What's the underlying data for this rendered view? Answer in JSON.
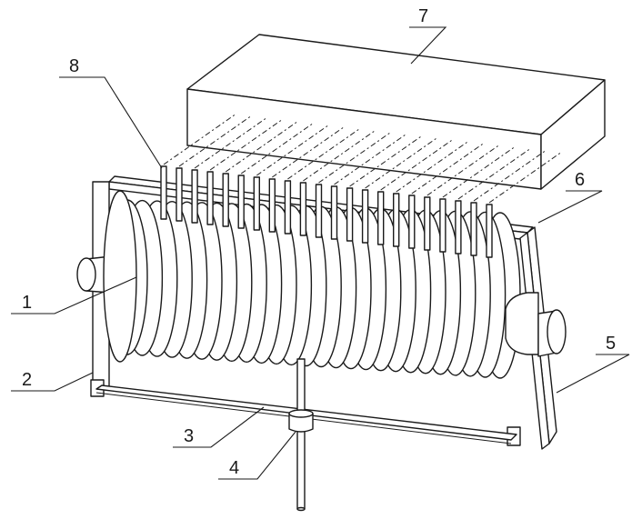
{
  "diagram": {
    "labels": [
      "1",
      "2",
      "3",
      "4",
      "5",
      "6",
      "7",
      "8"
    ],
    "ring_count": 26,
    "pin_count": 22
  }
}
